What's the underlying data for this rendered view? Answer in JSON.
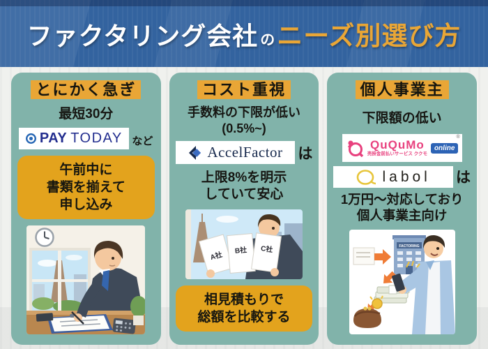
{
  "header": {
    "title_main": "ファクタリング会社",
    "title_particle": "の",
    "title_accent": "ニーズ別選び方"
  },
  "columns": [
    {
      "title": "とにかく急ぎ",
      "point": "最短30分",
      "logo": {
        "part_bold": "PAY",
        "part_light": "TODAY"
      },
      "logo_note": "など",
      "callout": [
        "午前中に",
        "書類を揃えて",
        "申し込み"
      ]
    },
    {
      "title": "コスト重視",
      "point": [
        "手数料の下限が低い",
        "(0.5%~)"
      ],
      "logo": {
        "name": "AccelFactor"
      },
      "logo_note": "は",
      "detail": [
        "上限8%を明示",
        "していて安心"
      ],
      "papers": [
        "A社",
        "B社",
        "C社"
      ],
      "callout": [
        "相見積もりで",
        "総額を比較する"
      ]
    },
    {
      "title": "個人事業主",
      "point": "下限額の低い",
      "ququmo": {
        "name": "QuQuMo",
        "badge": "online",
        "reg": "®",
        "tagline": "売掛金前払いサービス ククモ"
      },
      "labol": {
        "name": "labol"
      },
      "logo_note": "は",
      "detail": [
        "1万円〜対応しており",
        "個人事業主向け"
      ],
      "building_sign": "FACTORING"
    }
  ],
  "colors": {
    "header_blue": "#33639f",
    "accent_orange": "#e9a636",
    "callout_orange": "#e3a31d",
    "column_teal": "#81b3aa",
    "paytoday_navy": "#232e8f",
    "accelfactor_navy": "#182a4d",
    "accelfactor_blue": "#3c6cc2",
    "ququmo_pink": "#e8417e",
    "online_badge_blue": "#2c63b5",
    "labol_yellow": "#e7c53a"
  }
}
